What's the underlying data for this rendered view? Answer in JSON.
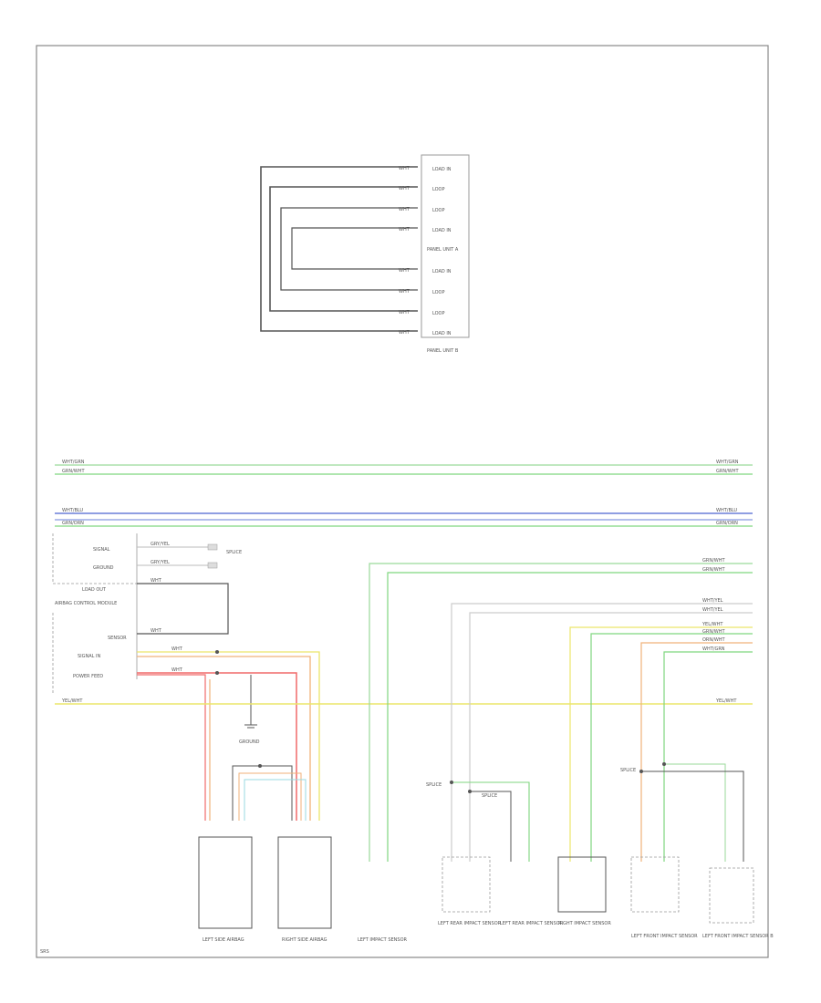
{
  "connector_block": {
    "pins_top": [
      "LOAD IN",
      "LOOP",
      "LOOP",
      "LOAD IN"
    ],
    "name_1": "PANEL UNIT A",
    "pins_bottom": [
      "LOAD IN",
      "LOOP",
      "LOOP",
      "LOAD IN"
    ],
    "name_2": "PANEL UNIT B",
    "wire_labels": [
      "WHT",
      "WHT",
      "WHT",
      "WHT",
      "WHT",
      "WHT",
      "WHT",
      "WHT"
    ]
  },
  "buses": [
    {
      "left": "WHT/GRN",
      "right": "WHT/GRN"
    },
    {
      "left": "GRN/WHT",
      "right": "GRN/WHT"
    },
    {
      "left": "WHT/BLU",
      "right": "WHT/BLU"
    },
    {
      "left": "GRN/ORN",
      "right": "GRN/ORN"
    }
  ],
  "module": {
    "pins": [
      "SIGNAL",
      "GROUND",
      "LOAD OUT",
      "SENSOR",
      "SIGNAL IN",
      "POWER FEED"
    ],
    "name": "AIRBAG CONTROL MODULE",
    "wires": [
      "GRY/YEL",
      "GRY/YEL",
      "WHT",
      "WHT",
      "WHT",
      "WHT"
    ],
    "splice_label": "SPLICE"
  },
  "ground": {
    "label": "GROUND"
  },
  "right_wires": [
    "GRN/WHT",
    "GRN/WHT",
    "WHT/YEL",
    "WHT/YEL",
    "YEL/WHT",
    "GRN/WHT",
    "ORN/WHT",
    "WHT/GRN"
  ],
  "yellow_bus": {
    "left": "YEL/WHT",
    "right": "YEL/WHT"
  },
  "splices": {
    "a": "SPLICE",
    "b": "SPLICE",
    "c": "SPLICE"
  },
  "components": [
    {
      "name": "LEFT SIDE AIRBAG"
    },
    {
      "name": "RIGHT SIDE AIRBAG"
    },
    {
      "name": "LEFT IMPACT SENSOR"
    },
    {
      "name": "LEFT REAR IMPACT SENSOR"
    },
    {
      "name": "LEFT REAR IMPACT SENSOR"
    },
    {
      "name": "RIGHT IMPACT SENSOR"
    },
    {
      "name": "LEFT FRONT IMPACT SENSOR"
    },
    {
      "name": "LEFT FRONT IMPACT SENSOR B"
    }
  ],
  "footer": "SRS",
  "colors": {
    "frame": "#888888",
    "wire_dark": "#555555",
    "green": "#7fd67f",
    "blue": "#6a7fd8",
    "yellow": "#ece56a",
    "orange": "#f0b27a",
    "red": "#f06a6a",
    "grey_wire": "#aaaaaa"
  }
}
